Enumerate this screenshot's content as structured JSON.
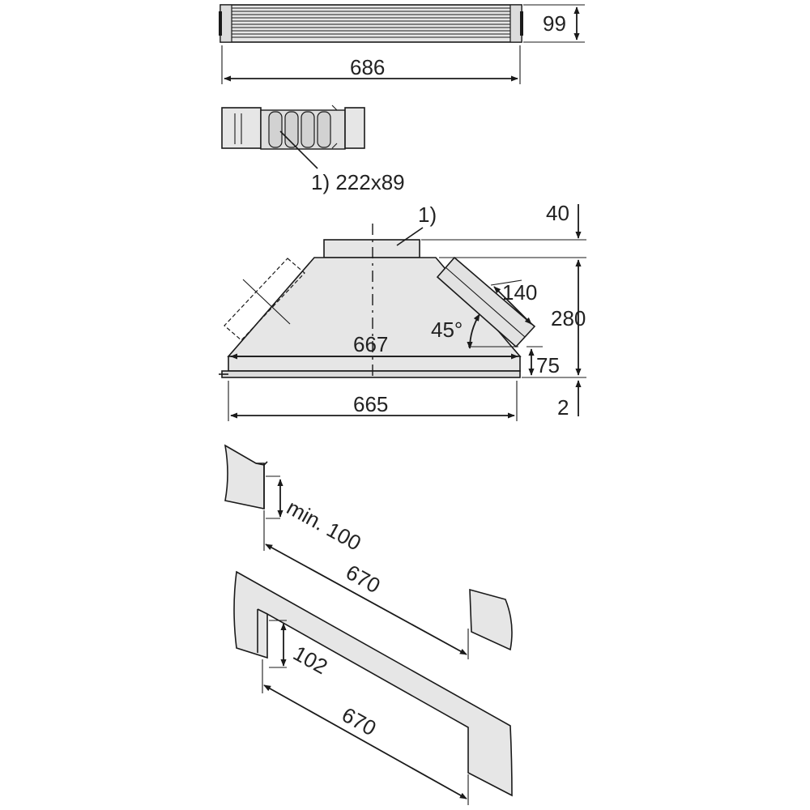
{
  "labels": {
    "filter_width": "686",
    "filter_height": "99",
    "adapter_callout": "1) 222x89",
    "outlet_callout": "1)",
    "outlet_height": "40",
    "hood_height": "280",
    "side_outlet": "140",
    "angle": "45°",
    "inner_width": "667",
    "lower_height": "75",
    "outer_width": "665",
    "rim": "2",
    "cutout_min": "min. 100",
    "cutout_width_1": "670",
    "panel_depth": "102",
    "cutout_width_2": "670"
  },
  "colors": {
    "fill": "#e6e6e6",
    "line": "#1a1a1a",
    "text": "#222222"
  }
}
